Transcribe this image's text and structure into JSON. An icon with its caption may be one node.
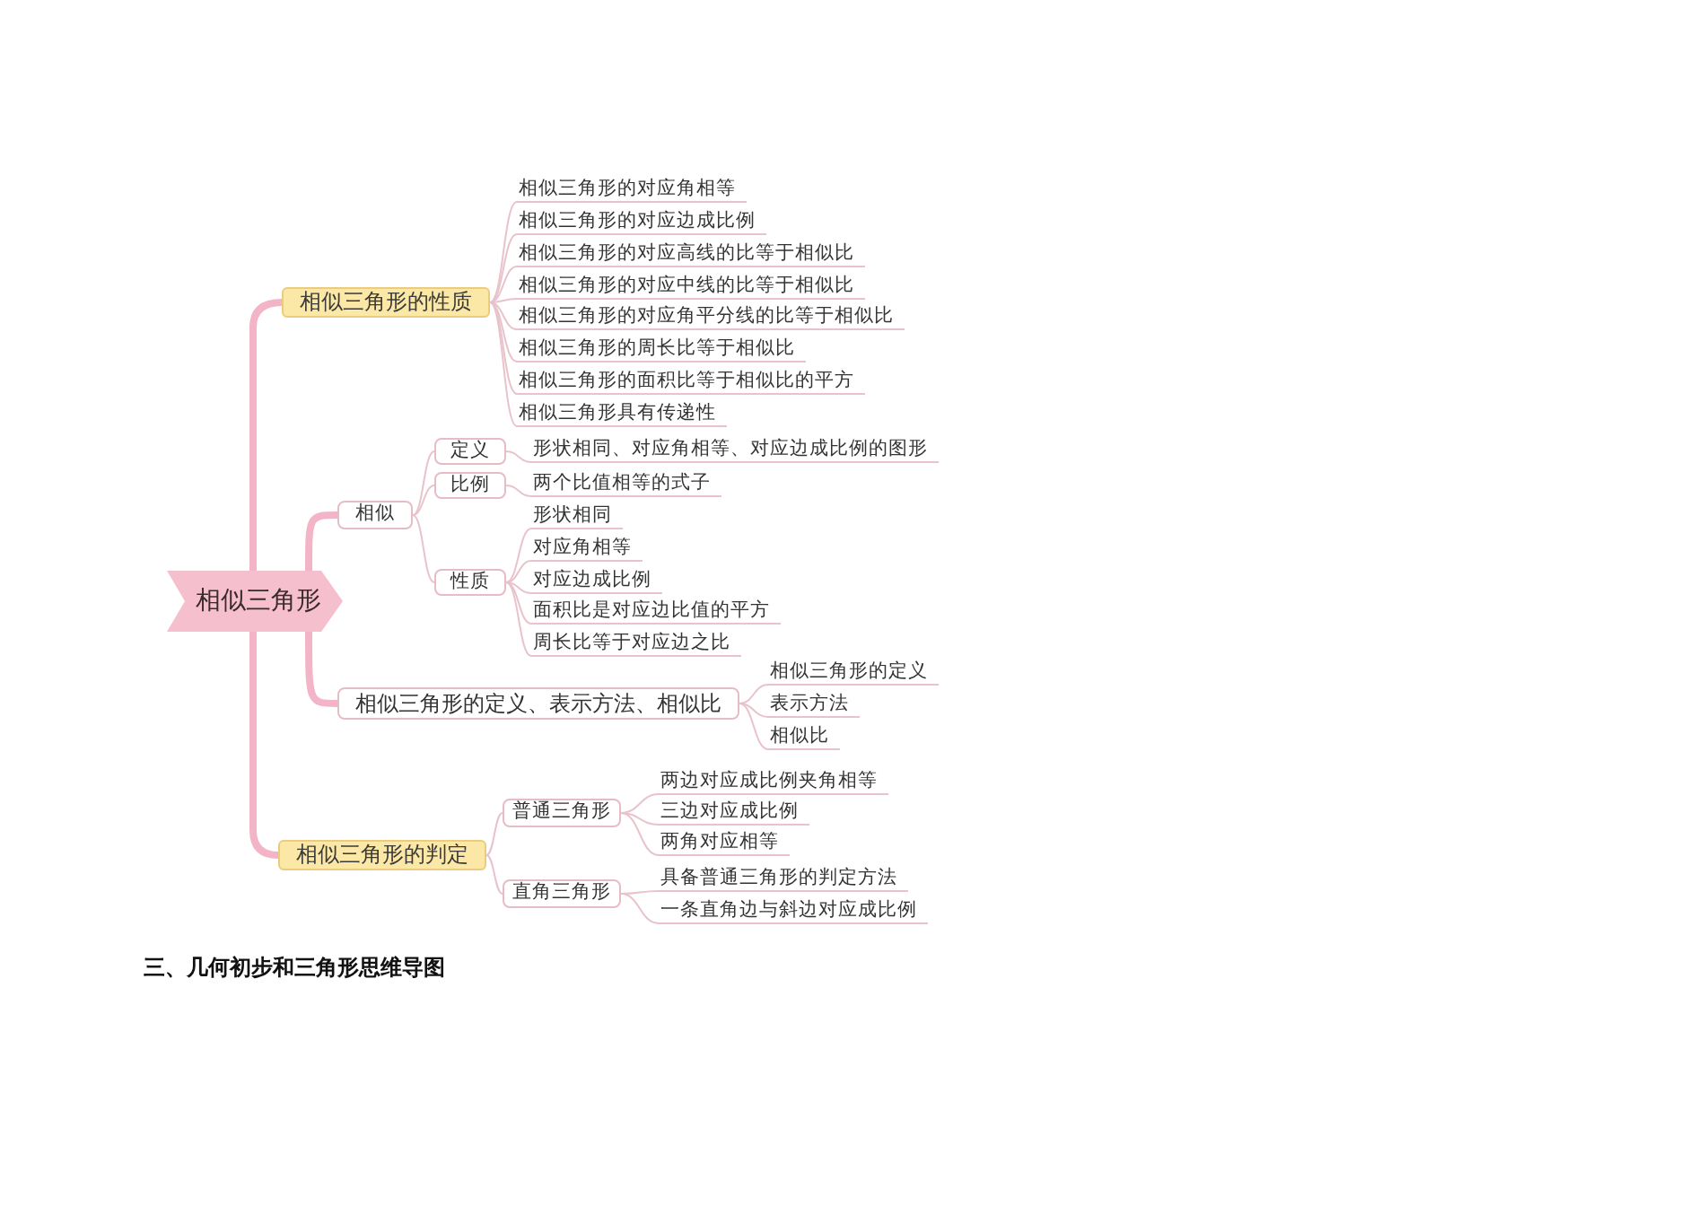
{
  "diagram": {
    "nodes": [
      {
        "text": [
          "相似三角形"
        ]
      },
      {
        "text": [
          "相似三角形的性质"
        ]
      },
      {
        "text": [
          "相似三角形的对应角相等"
        ]
      },
      {
        "text": [
          "相似三角形的对应边成比例"
        ]
      },
      {
        "text": [
          "相似三角形的对应高线的比等于相似比"
        ]
      },
      {
        "text": [
          "相似三角形的对应中线的比等于相似比"
        ]
      },
      {
        "text": [
          "相似三角形的对应角平分线的比等于相似比"
        ]
      },
      {
        "text": [
          "相似三角形的周长比等于相似比"
        ]
      },
      {
        "text": [
          "相似三角形的面积比等于相似比的平方"
        ]
      },
      {
        "text": [
          "相似三角形具有传递性"
        ]
      },
      {
        "text": [
          "相似"
        ]
      },
      {
        "text": [
          "定义"
        ]
      },
      {
        "text": [
          "形状相同、对应角相等、对应边成比例的图形"
        ]
      },
      {
        "text": [
          "比例"
        ]
      },
      {
        "text": [
          "两个比值相等的式子"
        ]
      },
      {
        "text": [
          "性质"
        ]
      },
      {
        "text": [
          "形状相同"
        ]
      },
      {
        "text": [
          "对应角相等"
        ]
      },
      {
        "text": [
          "对应边成比例"
        ]
      },
      {
        "text": [
          "面积比是对应边比值的平方"
        ]
      },
      {
        "text": [
          "周长比等于对应边之比"
        ]
      },
      {
        "text": [
          "相似三角形的定义、表示方法、相似比"
        ]
      },
      {
        "text": [
          "相似三角形的定义"
        ]
      },
      {
        "text": [
          "表示方法"
        ]
      },
      {
        "text": [
          "相似比"
        ]
      },
      {
        "text": [
          "相似三角形的判定"
        ]
      },
      {
        "text": [
          "普通三角形"
        ]
      },
      {
        "text": [
          "两边对应成比例夹角相等"
        ]
      },
      {
        "text": [
          "三边对应成比例"
        ]
      },
      {
        "text": [
          "两角对应相等"
        ]
      },
      {
        "text": [
          "直角三角形"
        ]
      },
      {
        "text": [
          "具备普通三角形的判定方法"
        ]
      },
      {
        "text": [
          "一条直角边与斜边对应成比例"
        ]
      }
    ],
    "edges": [
      {
        "from": 0,
        "to": 1,
        "arrow": "none",
        "style": "thick",
        "color": "#f4b4c8"
      },
      {
        "from": 1,
        "to": 2,
        "arrow": "none"
      },
      {
        "from": 1,
        "to": 3,
        "arrow": "none"
      },
      {
        "from": 1,
        "to": 4,
        "arrow": "none"
      },
      {
        "from": 1,
        "to": 5,
        "arrow": "none"
      },
      {
        "from": 1,
        "to": 6,
        "arrow": "none"
      },
      {
        "from": 1,
        "to": 7,
        "arrow": "none"
      },
      {
        "from": 1,
        "to": 8,
        "arrow": "none"
      },
      {
        "from": 1,
        "to": 9,
        "arrow": "none"
      },
      {
        "from": 0,
        "to": 10,
        "arrow": "none",
        "style": "thick",
        "color": "#f4b4c8"
      },
      {
        "from": 10,
        "to": 11,
        "arrow": "none"
      },
      {
        "from": 11,
        "to": 12,
        "arrow": "none"
      },
      {
        "from": 10,
        "to": 13,
        "arrow": "none"
      },
      {
        "from": 13,
        "to": 14,
        "arrow": "none"
      },
      {
        "from": 10,
        "to": 15,
        "arrow": "none"
      },
      {
        "from": 15,
        "to": 16,
        "arrow": "none"
      },
      {
        "from": 15,
        "to": 17,
        "arrow": "none"
      },
      {
        "from": 15,
        "to": 18,
        "arrow": "none"
      },
      {
        "from": 15,
        "to": 19,
        "arrow": "none"
      },
      {
        "from": 15,
        "to": 20,
        "arrow": "none"
      },
      {
        "from": 0,
        "to": 21,
        "arrow": "none",
        "style": "thick",
        "color": "#f4b4c8"
      },
      {
        "from": 21,
        "to": 22,
        "arrow": "none"
      },
      {
        "from": 21,
        "to": 23,
        "arrow": "none"
      },
      {
        "from": 21,
        "to": 24,
        "arrow": "none"
      },
      {
        "from": 0,
        "to": 25,
        "arrow": "none",
        "style": "thick",
        "color": "#f4b4c8"
      },
      {
        "from": 25,
        "to": 26,
        "arrow": "none"
      },
      {
        "from": 26,
        "to": 27,
        "arrow": "none"
      },
      {
        "from": 26,
        "to": 28,
        "arrow": "none"
      },
      {
        "from": 26,
        "to": 29,
        "arrow": "none"
      },
      {
        "from": 25,
        "to": 30,
        "arrow": "none"
      },
      {
        "from": 30,
        "to": 31,
        "arrow": "none"
      },
      {
        "from": 30,
        "to": 32,
        "arrow": "none"
      }
    ],
    "labels": [
      "三、几何初步和三角形思维导图"
    ]
  }
}
